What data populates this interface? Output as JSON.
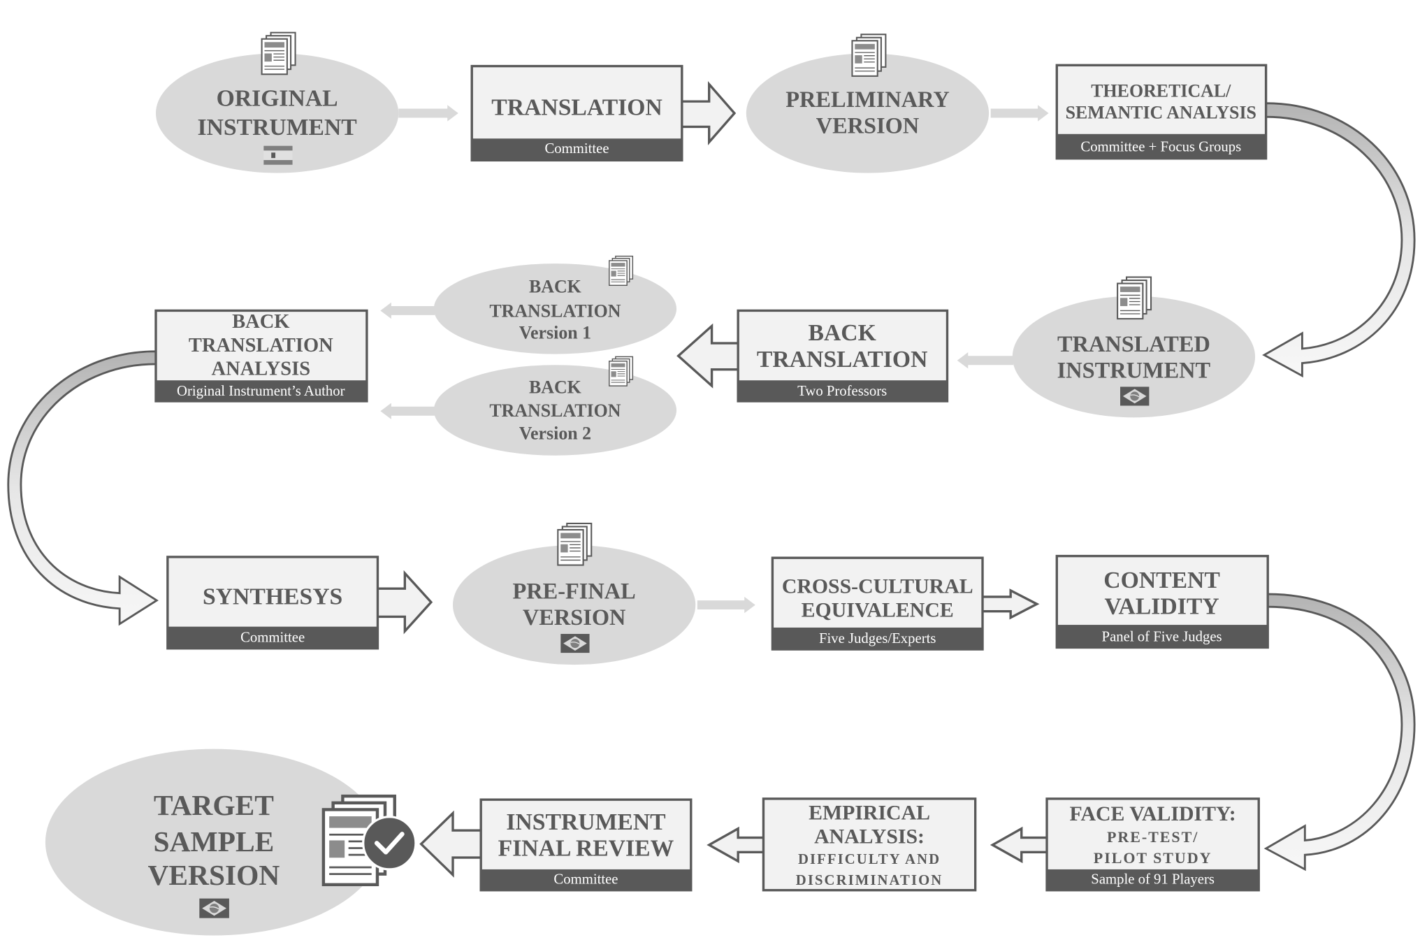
{
  "colors": {
    "text": "#595959",
    "ellipse_fill": "#d9d9d9",
    "box_fill": "#f2f2f2",
    "box_border": "#595959",
    "strip_fill": "#595959",
    "strip_text": "#ffffff",
    "connector": "#d9d9d9"
  },
  "nodes": {
    "original_instrument": {
      "lines": [
        "ORIGINAL",
        "INSTRUMENT"
      ],
      "icon": "document-stack-icon",
      "flag": "spain-flag-icon"
    },
    "translation": {
      "lines": [
        "TRANSLATION"
      ],
      "footer": "Committee"
    },
    "preliminary_version": {
      "lines": [
        "PRELIMINARY",
        "VERSION"
      ],
      "icon": "document-stack-icon"
    },
    "theoretical_semantic_analysis": {
      "lines": [
        "THEORETICAL/",
        "SEMANTIC ANALYSIS"
      ],
      "footer": "Committee + Focus Groups"
    },
    "translated_instrument": {
      "lines": [
        "TRANSLATED",
        "INSTRUMENT"
      ],
      "icon": "document-stack-icon",
      "flag": "brazil-flag-icon"
    },
    "back_translation": {
      "lines": [
        "BACK",
        "TRANSLATION"
      ],
      "footer": "Two Professors"
    },
    "back_translation_v1": {
      "lines": [
        "BACK",
        "TRANSLATION",
        "Version 1"
      ],
      "icon": "document-stack-icon"
    },
    "back_translation_v2": {
      "lines": [
        "BACK",
        "TRANSLATION",
        "Version 2"
      ],
      "icon": "document-stack-icon"
    },
    "back_translation_analysis": {
      "lines": [
        "BACK",
        "TRANSLATION",
        "ANALYSIS"
      ],
      "footer": "Original Instrument’s Author"
    },
    "synthesys": {
      "lines": [
        "SYNTHESYS"
      ],
      "footer": "Committee"
    },
    "pre_final_version": {
      "lines": [
        "PRE-FINAL",
        "VERSION"
      ],
      "icon": "document-stack-icon",
      "flag": "brazil-flag-icon"
    },
    "cross_cultural_equivalence": {
      "lines": [
        "CROSS-CULTURAL",
        "EQUIVALENCE"
      ],
      "footer": "Five Judges/Experts"
    },
    "content_validity": {
      "lines": [
        "CONTENT",
        "VALIDITY"
      ],
      "footer": "Panel of Five Judges"
    },
    "face_validity": {
      "lines": [
        "FACE VALIDITY:",
        "PRE-TEST/",
        "PILOT STUDY"
      ],
      "footer": "Sample of 91 Players"
    },
    "empirical_analysis": {
      "lines": [
        "EMPIRICAL",
        "ANALYSIS:",
        "DIFFICULTY AND",
        "DISCRIMINATION"
      ]
    },
    "instrument_final_review": {
      "lines": [
        "INSTRUMENT",
        "FINAL REVIEW"
      ],
      "footer": "Committee"
    },
    "target_sample_version": {
      "lines": [
        "TARGET",
        "SAMPLE",
        "VERSION"
      ],
      "icon": "document-check-icon",
      "flag": "brazil-flag-icon"
    }
  }
}
